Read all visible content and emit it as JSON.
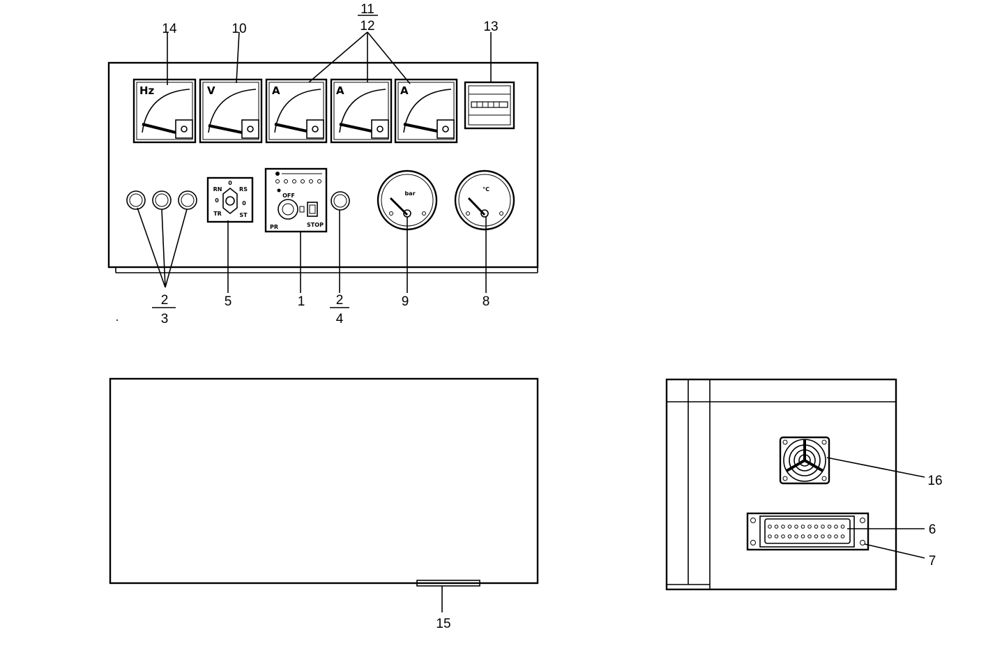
{
  "callouts": {
    "c1": "1",
    "c2a": "2",
    "c3": "3",
    "c2b": "2",
    "c4": "4",
    "c5": "5",
    "c6": "6",
    "c7": "7",
    "c8": "8",
    "c9": "9",
    "c10": "10",
    "c11": "11",
    "c12": "12",
    "c13": "13",
    "c14": "14",
    "c15": "15",
    "c16": "16"
  },
  "meters": {
    "hz": "Hz",
    "v": "V",
    "a1": "A",
    "a2": "A",
    "a3": "A"
  },
  "selector": {
    "top": "0",
    "rn": "RN",
    "rs": "RS",
    "left": "0",
    "right": "0",
    "tr": "TR",
    "st": "ST"
  },
  "keyswitch": {
    "off": "OFF",
    "stop": "STOP",
    "pr": "PR"
  },
  "gauges": {
    "oil_unit": "bar",
    "temp_unit": "°C"
  }
}
